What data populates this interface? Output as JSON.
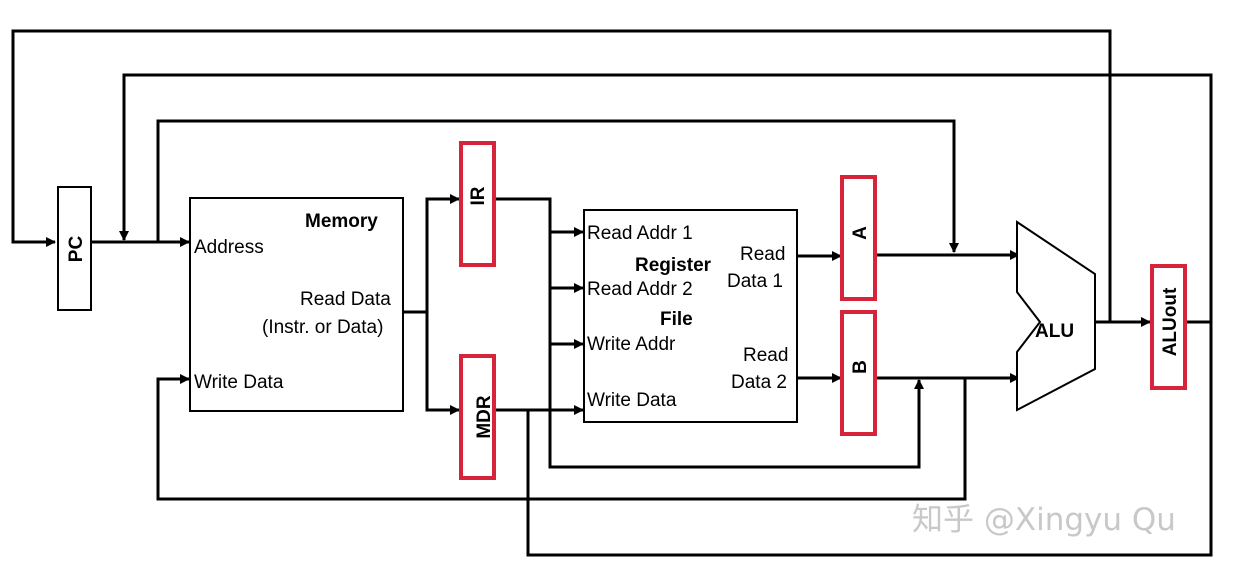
{
  "pc": {
    "label": "PC"
  },
  "memory": {
    "title": "Memory",
    "address": "Address",
    "write_data": "Write Data",
    "read_data_line1": "Read Data",
    "read_data_line2": "(Instr. or Data)"
  },
  "ir": {
    "label": "IR"
  },
  "mdr": {
    "label": "MDR"
  },
  "register_file": {
    "title_line1": "Register",
    "title_line2": "File",
    "read_addr_1": "Read Addr 1",
    "read_addr_2": "Read Addr 2",
    "write_addr": "Write Addr",
    "write_data": "Write Data",
    "read_data_1_line1": "Read",
    "read_data_1_line2": "Data 1",
    "read_data_2_line1": "Read",
    "read_data_2_line2": "Data 2"
  },
  "reg_a": {
    "label": "A"
  },
  "reg_b": {
    "label": "B"
  },
  "alu": {
    "label": "ALU"
  },
  "aluout": {
    "label": "ALUout"
  },
  "watermark": "知乎 @Xingyu Qu",
  "colors": {
    "highlight_register": "#d6253a",
    "wire": "#000000"
  }
}
